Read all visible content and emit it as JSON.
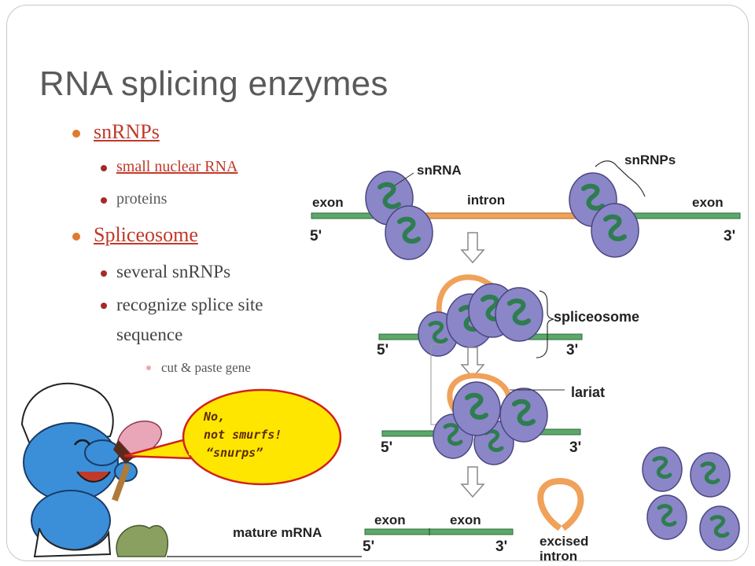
{
  "slide": {
    "title": "RNA splicing enzymes",
    "bullets": {
      "snrnps": "snRNPs",
      "small_nuclear_rna": "small nuclear RNA",
      "proteins": "proteins",
      "spliceosome": "Spliceosome",
      "several": "several snRNPs",
      "recognize_1": "recognize splice site",
      "recognize_2": "sequence",
      "cut_paste": "cut & paste gene"
    }
  },
  "diagram": {
    "top": {
      "snrna": "snRNA",
      "snrnps": "snRNPs",
      "exon_left": "exon",
      "intron": "intron",
      "exon_right": "exon",
      "five_prime": "5'",
      "three_prime": "3'"
    },
    "middle": {
      "spliceosome": "spliceosome",
      "five_prime": "5'",
      "three_prime": "3'"
    },
    "lariat_stage": {
      "lariat": "lariat",
      "five_prime": "5'",
      "three_prime": "3'"
    },
    "bottom": {
      "exon_1": "exon",
      "exon_2": "exon",
      "mature_mrna": "mature mRNA",
      "five_prime": "5'",
      "three_prime": "3'",
      "excised_1": "excised",
      "excised_2": "intron"
    },
    "bubble": {
      "line1": "No,",
      "line2": "not smurfs!",
      "line3": "“snurps”"
    }
  },
  "colors": {
    "title": "#5a5a5a",
    "link_red": "#c0392b",
    "bullet_orange": "#e07a2e",
    "exon_green": "#5aa86a",
    "intron_orange": "#f0a15a",
    "protein_purple": "#8a86c8",
    "snrna_green": "#2e7d4f",
    "bubble_yellow": "#ffe600",
    "bubble_border": "#d12020",
    "smurf_blue": "#3b8fd8"
  }
}
